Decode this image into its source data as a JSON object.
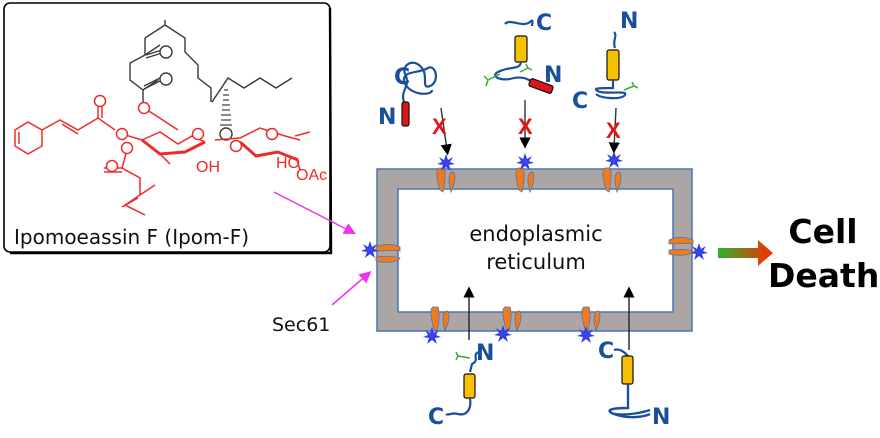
{
  "figure": {
    "structure": {
      "name_label": "Ipomoeassin F (Ipom-F)",
      "atom_labels": {
        "oh": "OH",
        "ho": "HO",
        "oac": "OAc",
        "o": "O"
      },
      "colors": {
        "core": "#ee2b2b",
        "macrocycle": "#333333"
      }
    },
    "organelle": {
      "line1": "endoplasmic",
      "line2": "reticulum",
      "membrane_fill": "#aba6a4",
      "membrane_edge": "#4a77b4"
    },
    "translocon": {
      "label": "Sec61",
      "channel_color": "#f07a1c",
      "inhibitor_color": "#2f3ee0"
    },
    "blocked_substrates": [
      {
        "terminal_top": "C",
        "terminal_bottom": "N",
        "type": "secretory",
        "blocked_mark": "X"
      },
      {
        "terminal_top": "C",
        "terminal_bottom": "N",
        "type": "type-II membrane",
        "blocked_mark": "X"
      },
      {
        "terminal_top": "N",
        "terminal_bottom": "C",
        "type": "type-III membrane",
        "blocked_mark": "X"
      }
    ],
    "unblocked_substrates": [
      {
        "terminal_top": "N",
        "terminal_bottom": "C",
        "type": "tail-anchored-like"
      },
      {
        "terminal_top": "C",
        "terminal_bottom": "N",
        "type": "type-II membrane"
      }
    ],
    "outcome": {
      "line1": "Cell",
      "line2": "Death",
      "arrow_from": "#2bb32b",
      "arrow_to": "#ff2a00"
    },
    "colors": {
      "protein": "#1a4f9c",
      "signal_red": "#e0151b",
      "tm_yellow": "#f8c100",
      "glycan_green": "#3aa935",
      "block_red": "#e0151b",
      "pointer_magenta": "#ee33ee"
    }
  }
}
